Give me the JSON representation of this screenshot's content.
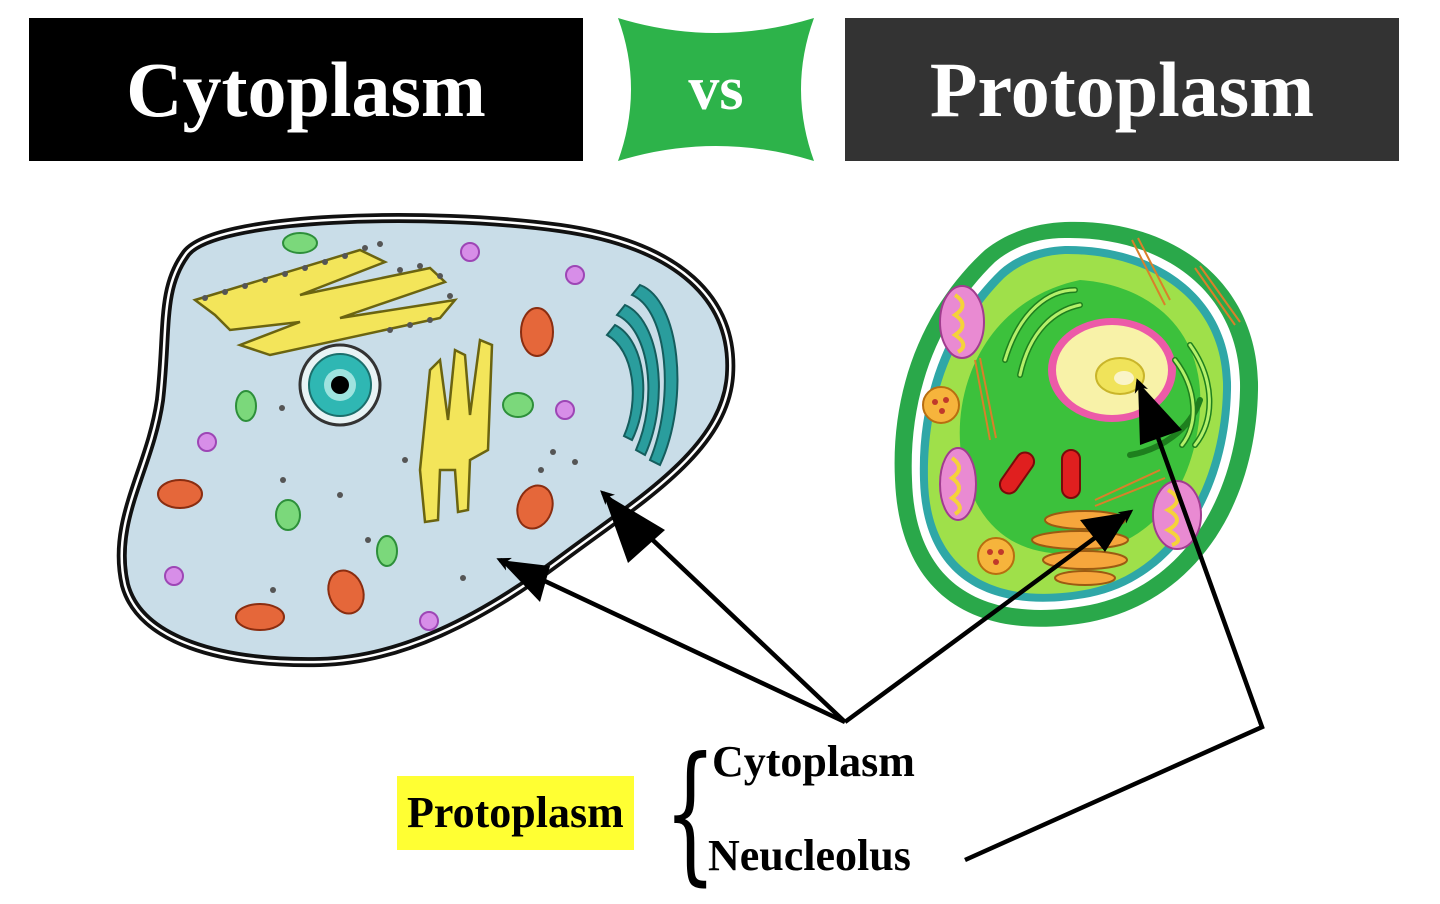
{
  "header": {
    "left_title": "Cytoplasm",
    "vs_label": "vs",
    "right_title": "Protoplasm"
  },
  "labels": {
    "protoplasm": "Protoplasm",
    "cytoplasm": "Cytoplasm",
    "neucleolus": "Neucleolus"
  },
  "colors": {
    "left_header_bg": "#000000",
    "right_header_bg": "#333333",
    "vs_badge_bg": "#2db34a",
    "highlight": "#ffff33",
    "animal_cell_fill": "#c9dde8",
    "plant_cell_wall": "#2aa84a",
    "plant_cytoplasm": "#9fe04a"
  },
  "icons": {
    "left_cell": "animal-cell-illustration",
    "right_cell": "plant-cell-illustration"
  }
}
